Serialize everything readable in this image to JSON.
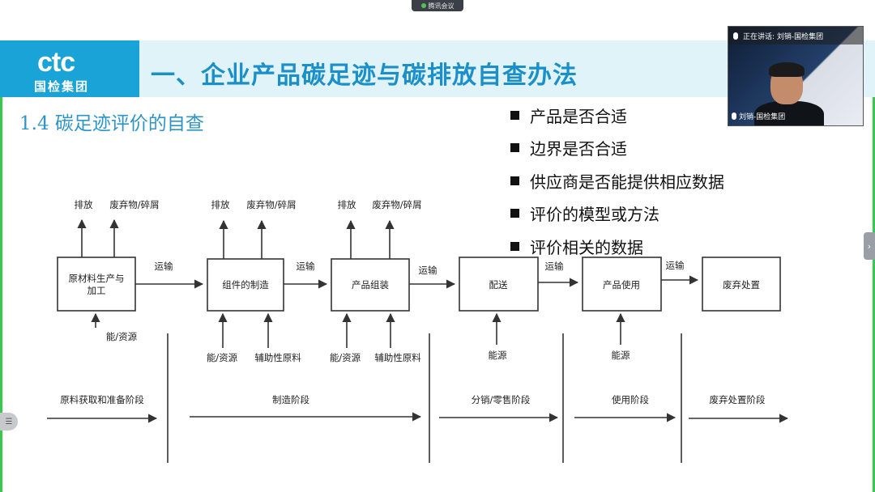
{
  "window": {
    "meeting_tab_label": "腾讯会议"
  },
  "header": {
    "logo_text": "ctc",
    "logo_cn": "国检集团",
    "title": "一、企业产品碳足迹与碳排放自查办法"
  },
  "section": {
    "subtitle": "1.4 碳足迹评价的自查"
  },
  "bullets": [
    "产品是否合适",
    "边界是否合适",
    "供应商是否能提供相应数据",
    "评价的模型或方法",
    "评价相关的数据"
  ],
  "video": {
    "speaking_label": "正在讲话: 刘销-国检集团",
    "name_label": "刘销-国检集团"
  },
  "diagram": {
    "boxes": [
      "原材料生产与加工",
      "组件的制造",
      "产品组装",
      "配送",
      "产品使用",
      "废弃处置"
    ],
    "transport_label": "运输",
    "outputs": [
      "排放",
      "废弃物/碎屑"
    ],
    "inputs": {
      "box1": [
        "能/资源"
      ],
      "box2": [
        "能/资源",
        "辅助性原料"
      ],
      "box3": [
        "能/资源",
        "辅助性原料"
      ],
      "box4": [
        "能源"
      ],
      "box5": [
        "能源"
      ]
    },
    "stages": [
      "原料获取和准备阶段",
      "制造阶段",
      "分销/零售阶段",
      "使用阶段",
      "废弃处置阶段"
    ]
  },
  "icons": {
    "right_panel_toggle": "chevron-right-icon",
    "left_panel_toggle": "list-icon"
  },
  "colors": {
    "accent": "#1aa3d6",
    "title": "#1b8fc9",
    "border": "#37c94a"
  }
}
